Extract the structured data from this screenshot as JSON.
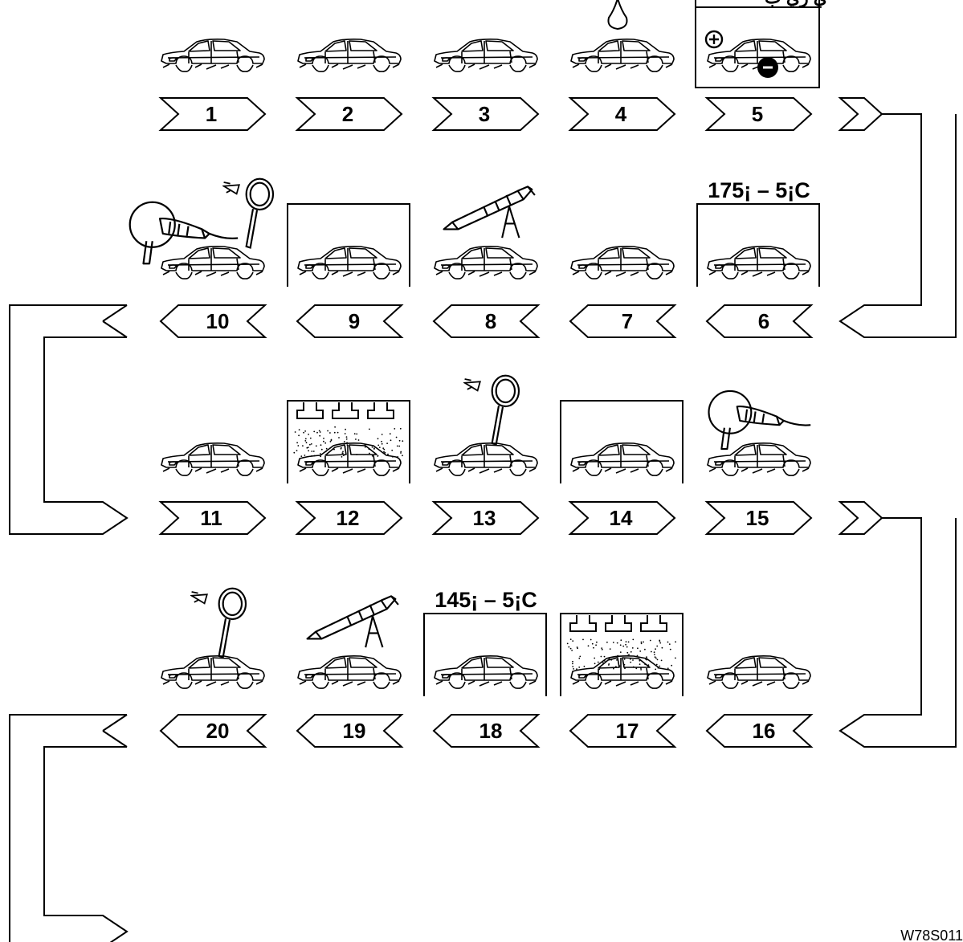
{
  "figure_id": "W78S011",
  "header_text": "ي        ري ب",
  "steps": [
    {
      "label": "1",
      "icons": [],
      "temperature": ""
    },
    {
      "label": "2",
      "icons": [],
      "temperature": ""
    },
    {
      "label": "3",
      "icons": [],
      "temperature": ""
    },
    {
      "label": "4",
      "icons": [
        "drop-icon"
      ],
      "temperature": ""
    },
    {
      "label": "5",
      "icons": [
        "electro-tank-icon",
        "plus-icon",
        "minus-icon"
      ],
      "temperature": ""
    },
    {
      "label": "6",
      "icons": [
        "oven-box-icon"
      ],
      "temperature": "175¡ – 5¡C"
    },
    {
      "label": "7",
      "icons": [],
      "temperature": ""
    },
    {
      "label": "8",
      "icons": [
        "sealant-gun-icon"
      ],
      "temperature": ""
    },
    {
      "label": "9",
      "icons": [
        "booth-box-icon"
      ],
      "temperature": ""
    },
    {
      "label": "10",
      "icons": [
        "sander-icon",
        "magnifier-icon",
        "eye-icon"
      ],
      "temperature": ""
    },
    {
      "label": "11",
      "icons": [],
      "temperature": ""
    },
    {
      "label": "12",
      "icons": [
        "spray-booth-icon"
      ],
      "temperature": ""
    },
    {
      "label": "13",
      "icons": [
        "magnifier-icon",
        "eye-icon"
      ],
      "temperature": ""
    },
    {
      "label": "14",
      "icons": [
        "booth-box-icon"
      ],
      "temperature": ""
    },
    {
      "label": "15",
      "icons": [
        "sander-icon"
      ],
      "temperature": ""
    },
    {
      "label": "16",
      "icons": [],
      "temperature": ""
    },
    {
      "label": "17",
      "icons": [
        "spray-booth-icon"
      ],
      "temperature": ""
    },
    {
      "label": "18",
      "icons": [
        "oven-box-icon"
      ],
      "temperature": "145¡ – 5¡C"
    },
    {
      "label": "19",
      "icons": [
        "sealant-gun-icon"
      ],
      "temperature": ""
    },
    {
      "label": "20",
      "icons": [
        "magnifier-icon",
        "eye-icon"
      ],
      "temperature": ""
    }
  ]
}
